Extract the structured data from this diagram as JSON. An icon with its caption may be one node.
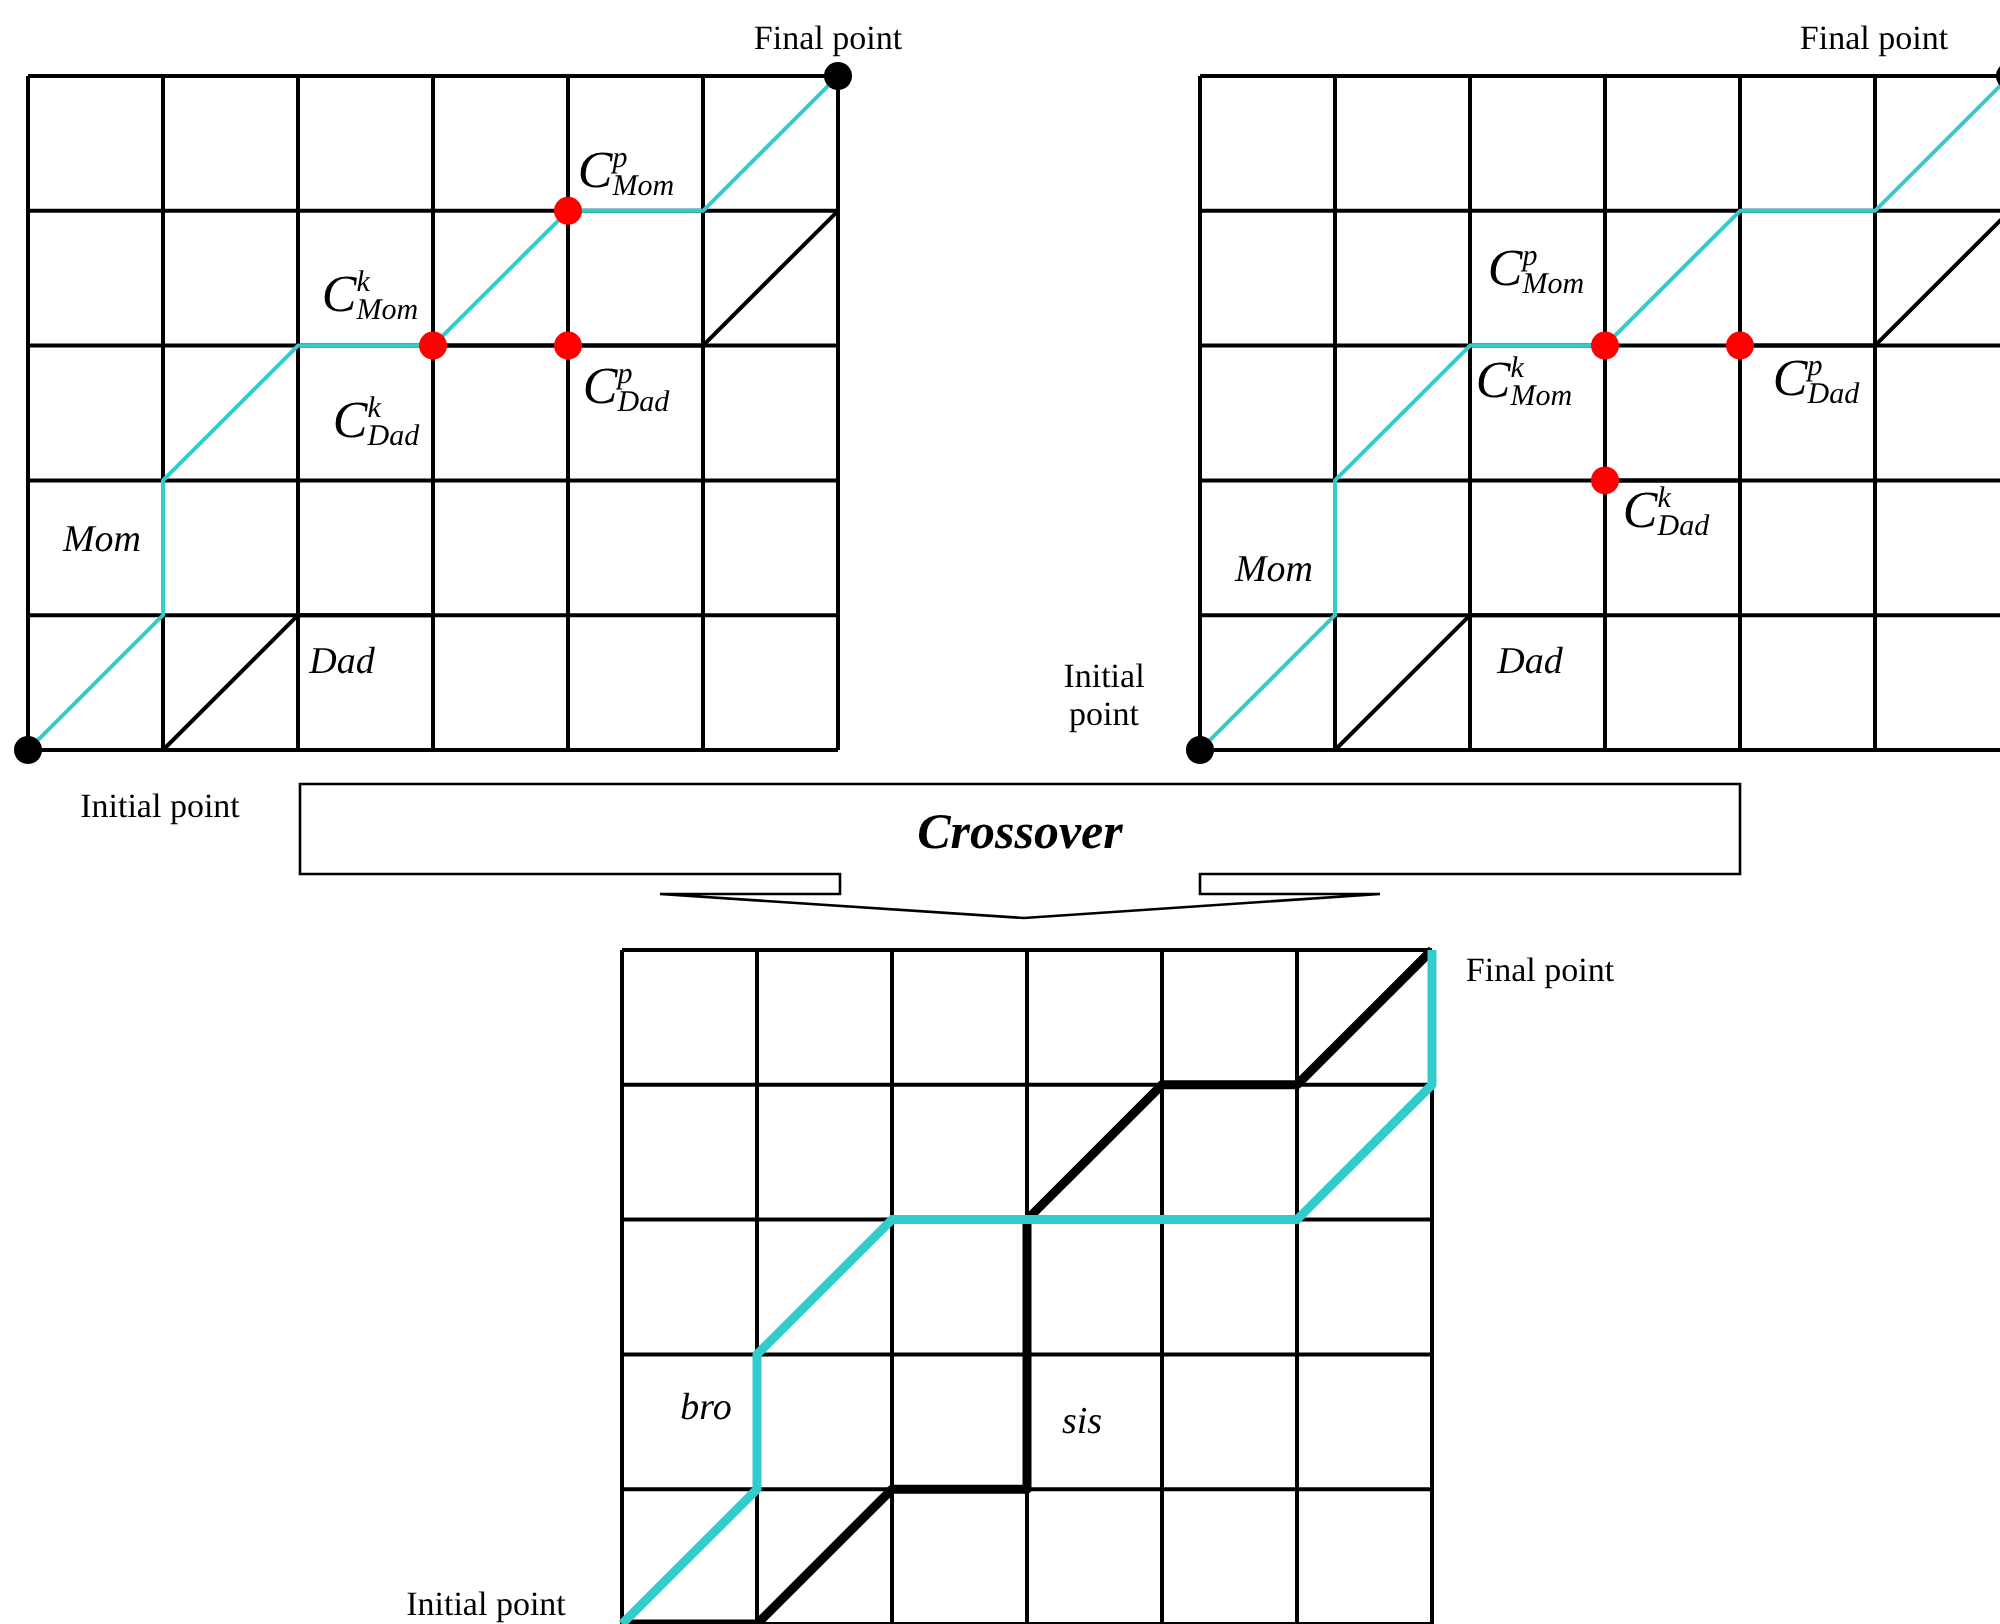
{
  "diagram": {
    "nodes": [
      {
        "text": [],
        "shape": "circle"
      },
      {
        "text": [],
        "shape": "circle"
      },
      {
        "text": [],
        "shape": "circle"
      },
      {
        "text": [],
        "shape": "circle"
      },
      {
        "text": [
          "Crossover"
        ]
      }
    ],
    "edges": [
      {
        "from": 2,
        "to": 0,
        "arrow": "none",
        "color": "#000000"
      },
      {
        "from": 2,
        "to": 0,
        "arrow": "none",
        "color": "#33cccc"
      },
      {
        "from": 3,
        "to": 1,
        "arrow": "none",
        "color": "#000000"
      },
      {
        "from": 3,
        "to": 1,
        "arrow": "none",
        "color": "#33cccc"
      }
    ],
    "labels": [
      "Final point",
      "C$^{p}$$_{Mom}$",
      "C$^{k}$$_{Mom}$",
      "C$^{k}$$_{Dad}$",
      "C$^{p}$$_{Dad}$",
      "Mom",
      "Dad",
      "Initial point",
      "Final point",
      "C$^{p}$$_{Mom}$",
      "C$^{k}$$_{Mom}$",
      "C$^{p}$$_{Dad}$",
      "C$^{k}$$_{Dad}$",
      "Mom",
      "Initial point",
      "Dad",
      "Final point",
      "bro",
      "sis",
      "Initial point"
    ]
  }
}
